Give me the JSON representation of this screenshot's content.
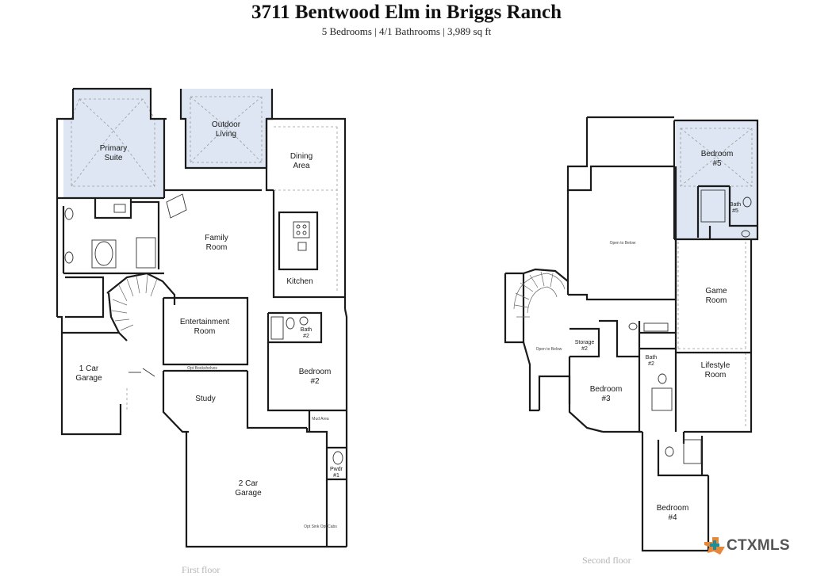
{
  "header": {
    "title": "3711 Bentwood Elm in Briggs Ranch",
    "subtitle": "5 Bedrooms | 4/1 Bathrooms | 3,989 sq ft"
  },
  "first_floor": {
    "caption": "First floor",
    "rooms": {
      "primary_suite": "Primary Suite",
      "outdoor_living": "Outdoor Living",
      "dining_area": "Dining Area",
      "family_room": "Family Room",
      "kitchen": "Kitchen",
      "entertainment_room": "Entertainment Room",
      "one_car_garage": "1 Car Garage",
      "bath2": "Bath #2",
      "bedroom2": "Bedroom #2",
      "opt_bookshelves": "Opt Bookshelves",
      "study": "Study",
      "mud_area": "Mud Area",
      "two_car_garage": "2 Car Garage",
      "pwdr1": "Pwdr #1",
      "opt_sink": "Opt Sink Opt Cabs"
    }
  },
  "second_floor": {
    "caption": "Second floor",
    "rooms": {
      "bedroom5": "Bedroom #5",
      "bath5": "Bath #5",
      "open_to_below_top": "Open to Below",
      "game_room": "Game Room",
      "storage2": "Storage #2",
      "open_to_below_stair": "Open to Below",
      "bath2": "Bath #2",
      "lifestyle_room": "Lifestyle Room",
      "bedroom3": "Bedroom #3",
      "bedroom4": "Bedroom #4"
    }
  },
  "logo": {
    "text": "CTXMLS",
    "colors": {
      "orange": "#e8873a",
      "teal": "#1b8e9a",
      "green": "#4caf50"
    }
  },
  "colors": {
    "wall": "#1a1a1a",
    "highlight": "#dde6f2",
    "dash": "#9a9a9a"
  }
}
